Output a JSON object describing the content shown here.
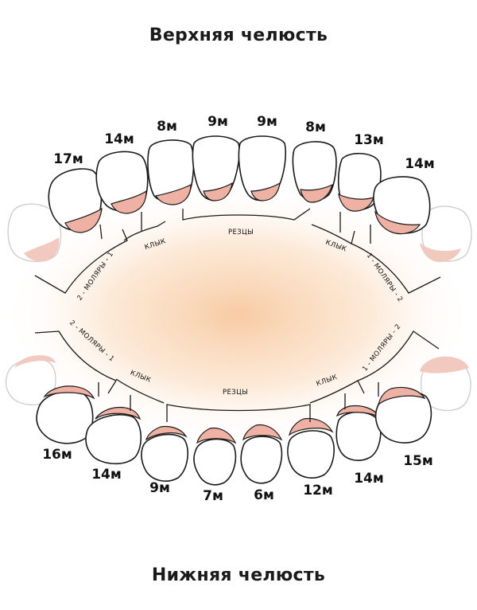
{
  "titles": {
    "upper": "Верхняя челюсть",
    "lower": "Нижняя челюсть"
  },
  "colors": {
    "gum": "#efb1a3",
    "glow": "#f7c89e",
    "outline": "#1a1a1a"
  },
  "upper_jaw": {
    "groups": {
      "left_molars": "2 - МОЛЯРЫ - 1",
      "left_canine": "КЛЫК",
      "incisors": "РЕЗЦЫ",
      "right_canine": "КЛЫК",
      "right_molars": "1 - МОЛЯРЫ - 2"
    },
    "teeth_ages": [
      "17м",
      "14м",
      "8м",
      "9м",
      "9м",
      "8м",
      "13м",
      "14м"
    ]
  },
  "lower_jaw": {
    "groups": {
      "left_molars": "2 - МОЛЯРЫ - 1",
      "left_canine": "КЛЫК",
      "incisors": "РЕЗЦЫ",
      "right_canine": "КЛЫК",
      "right_molars": "1 - МОЛЯРЫ - 2"
    },
    "teeth_ages": [
      "16м",
      "14м",
      "9м",
      "7м",
      "6м",
      "12м",
      "14м",
      "15м"
    ]
  }
}
